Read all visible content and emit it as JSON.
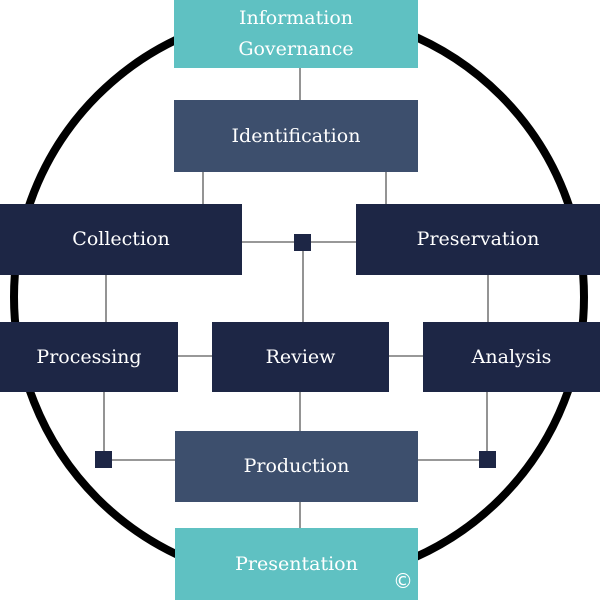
{
  "diagram": {
    "colors": {
      "teal": "#5fc1c2",
      "slate": "#3d4f6d",
      "navy": "#1d2645",
      "ring": "#000000",
      "connector": "#1d2645"
    },
    "stages": {
      "information_governance": "Information Governance",
      "identification": "Identification",
      "collection": "Collection",
      "preservation": "Preservation",
      "processing": "Processing",
      "review": "Review",
      "analysis": "Analysis",
      "production": "Production",
      "presentation": "Presentation"
    },
    "copyright_symbol": "©"
  }
}
